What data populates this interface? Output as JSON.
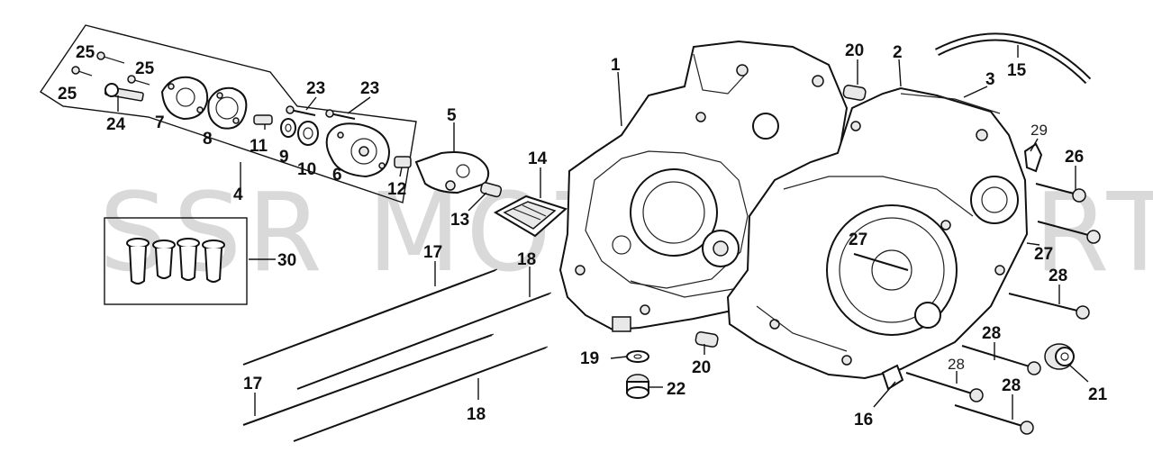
{
  "watermark": "SSR MOTORSPORTS",
  "callouts": {
    "c1": "1",
    "c2": "2",
    "c3": "3",
    "c4": "4",
    "c5": "5",
    "c6": "6",
    "c7": "7",
    "c8": "8",
    "c9": "9",
    "c10": "10",
    "c11": "11",
    "c12": "12",
    "c13": "13",
    "c14": "14",
    "c15": "15",
    "c16": "16",
    "c17a": "17",
    "c17b": "17",
    "c18a": "18",
    "c18b": "18",
    "c19": "19",
    "c20a": "20",
    "c20b": "20",
    "c21": "21",
    "c22": "22",
    "c23a": "23",
    "c23b": "23",
    "c24": "24",
    "c25a": "25",
    "c25b": "25",
    "c25c": "25",
    "c26": "26",
    "c27a": "27",
    "c27b": "27",
    "c28a": "28",
    "c28b": "28",
    "c28c": "28",
    "c28d": "28",
    "c29": "29",
    "c30": "30"
  }
}
